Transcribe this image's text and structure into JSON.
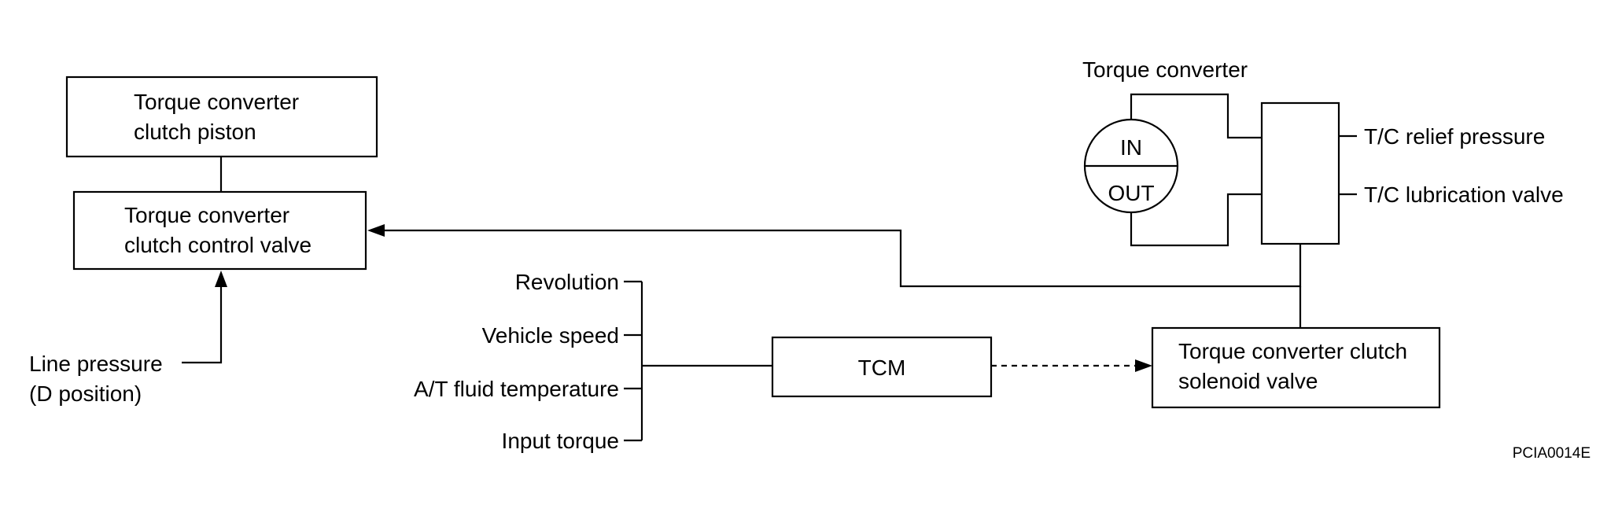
{
  "diagram": {
    "blocks": {
      "piston": [
        "Torque converter",
        "clutch piston"
      ],
      "control_valve": [
        "Torque converter",
        "clutch control valve"
      ],
      "tcm": "TCM",
      "solenoid": [
        "Torque converter clutch",
        "solenoid valve"
      ]
    },
    "torque_converter": {
      "title": "Torque converter",
      "in_label": "IN",
      "out_label": "OUT"
    },
    "outputs": [
      "T/C relief pressure",
      "T/C lubrication valve"
    ],
    "line_pressure": [
      "Line pressure",
      "(D position)"
    ],
    "tcm_inputs": [
      "Revolution",
      "Vehicle speed",
      "A/T fluid temperature",
      "Input torque"
    ],
    "code": "PCIA0014E"
  }
}
